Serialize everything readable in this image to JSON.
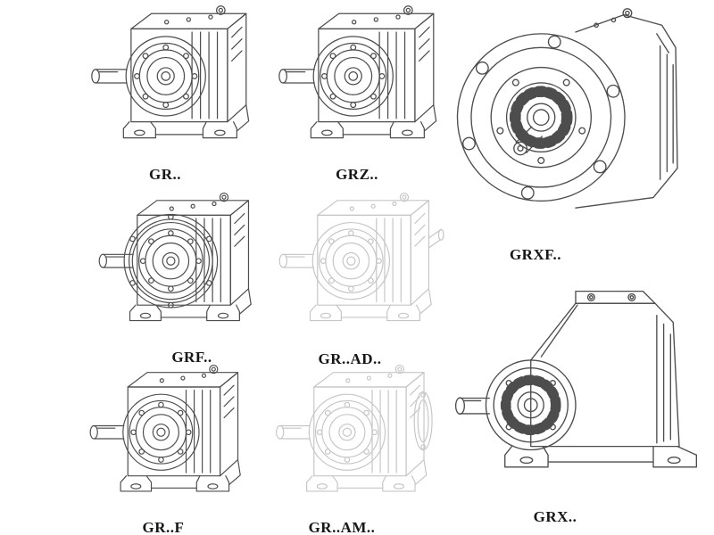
{
  "page": {
    "background": "#ffffff",
    "line_color": "#4d4d4d",
    "faded_line_color": "#c6c6c6",
    "label_color": "#161616"
  },
  "items": {
    "gr": {
      "label": "GR..",
      "drawing": "foot-mounted helical gear unit, isometric line drawing"
    },
    "grz": {
      "label": "GRZ..",
      "drawing": "foot-mounted helical gear unit, isometric line drawing"
    },
    "grxf": {
      "label": "GRXF..",
      "drawing": "flange-mounted helical gear unit, front flange with bolt circle"
    },
    "grf": {
      "label": "GRF..",
      "drawing": "flange and foot mounted helical gear unit"
    },
    "gr_ad": {
      "label": "GR..AD..",
      "drawing": "gear unit with input shaft adapter, ghosted light outline"
    },
    "gr_f": {
      "label": "GR..F",
      "drawing": "foot-mounted helical gear unit, isometric line drawing"
    },
    "gr_am": {
      "label": "GR..AM..",
      "drawing": "gear unit with motor adapter flange, ghosted light outline"
    },
    "grx": {
      "label": "GRX..",
      "drawing": "large foot-mounted helical gear unit, isometric line drawing"
    }
  }
}
